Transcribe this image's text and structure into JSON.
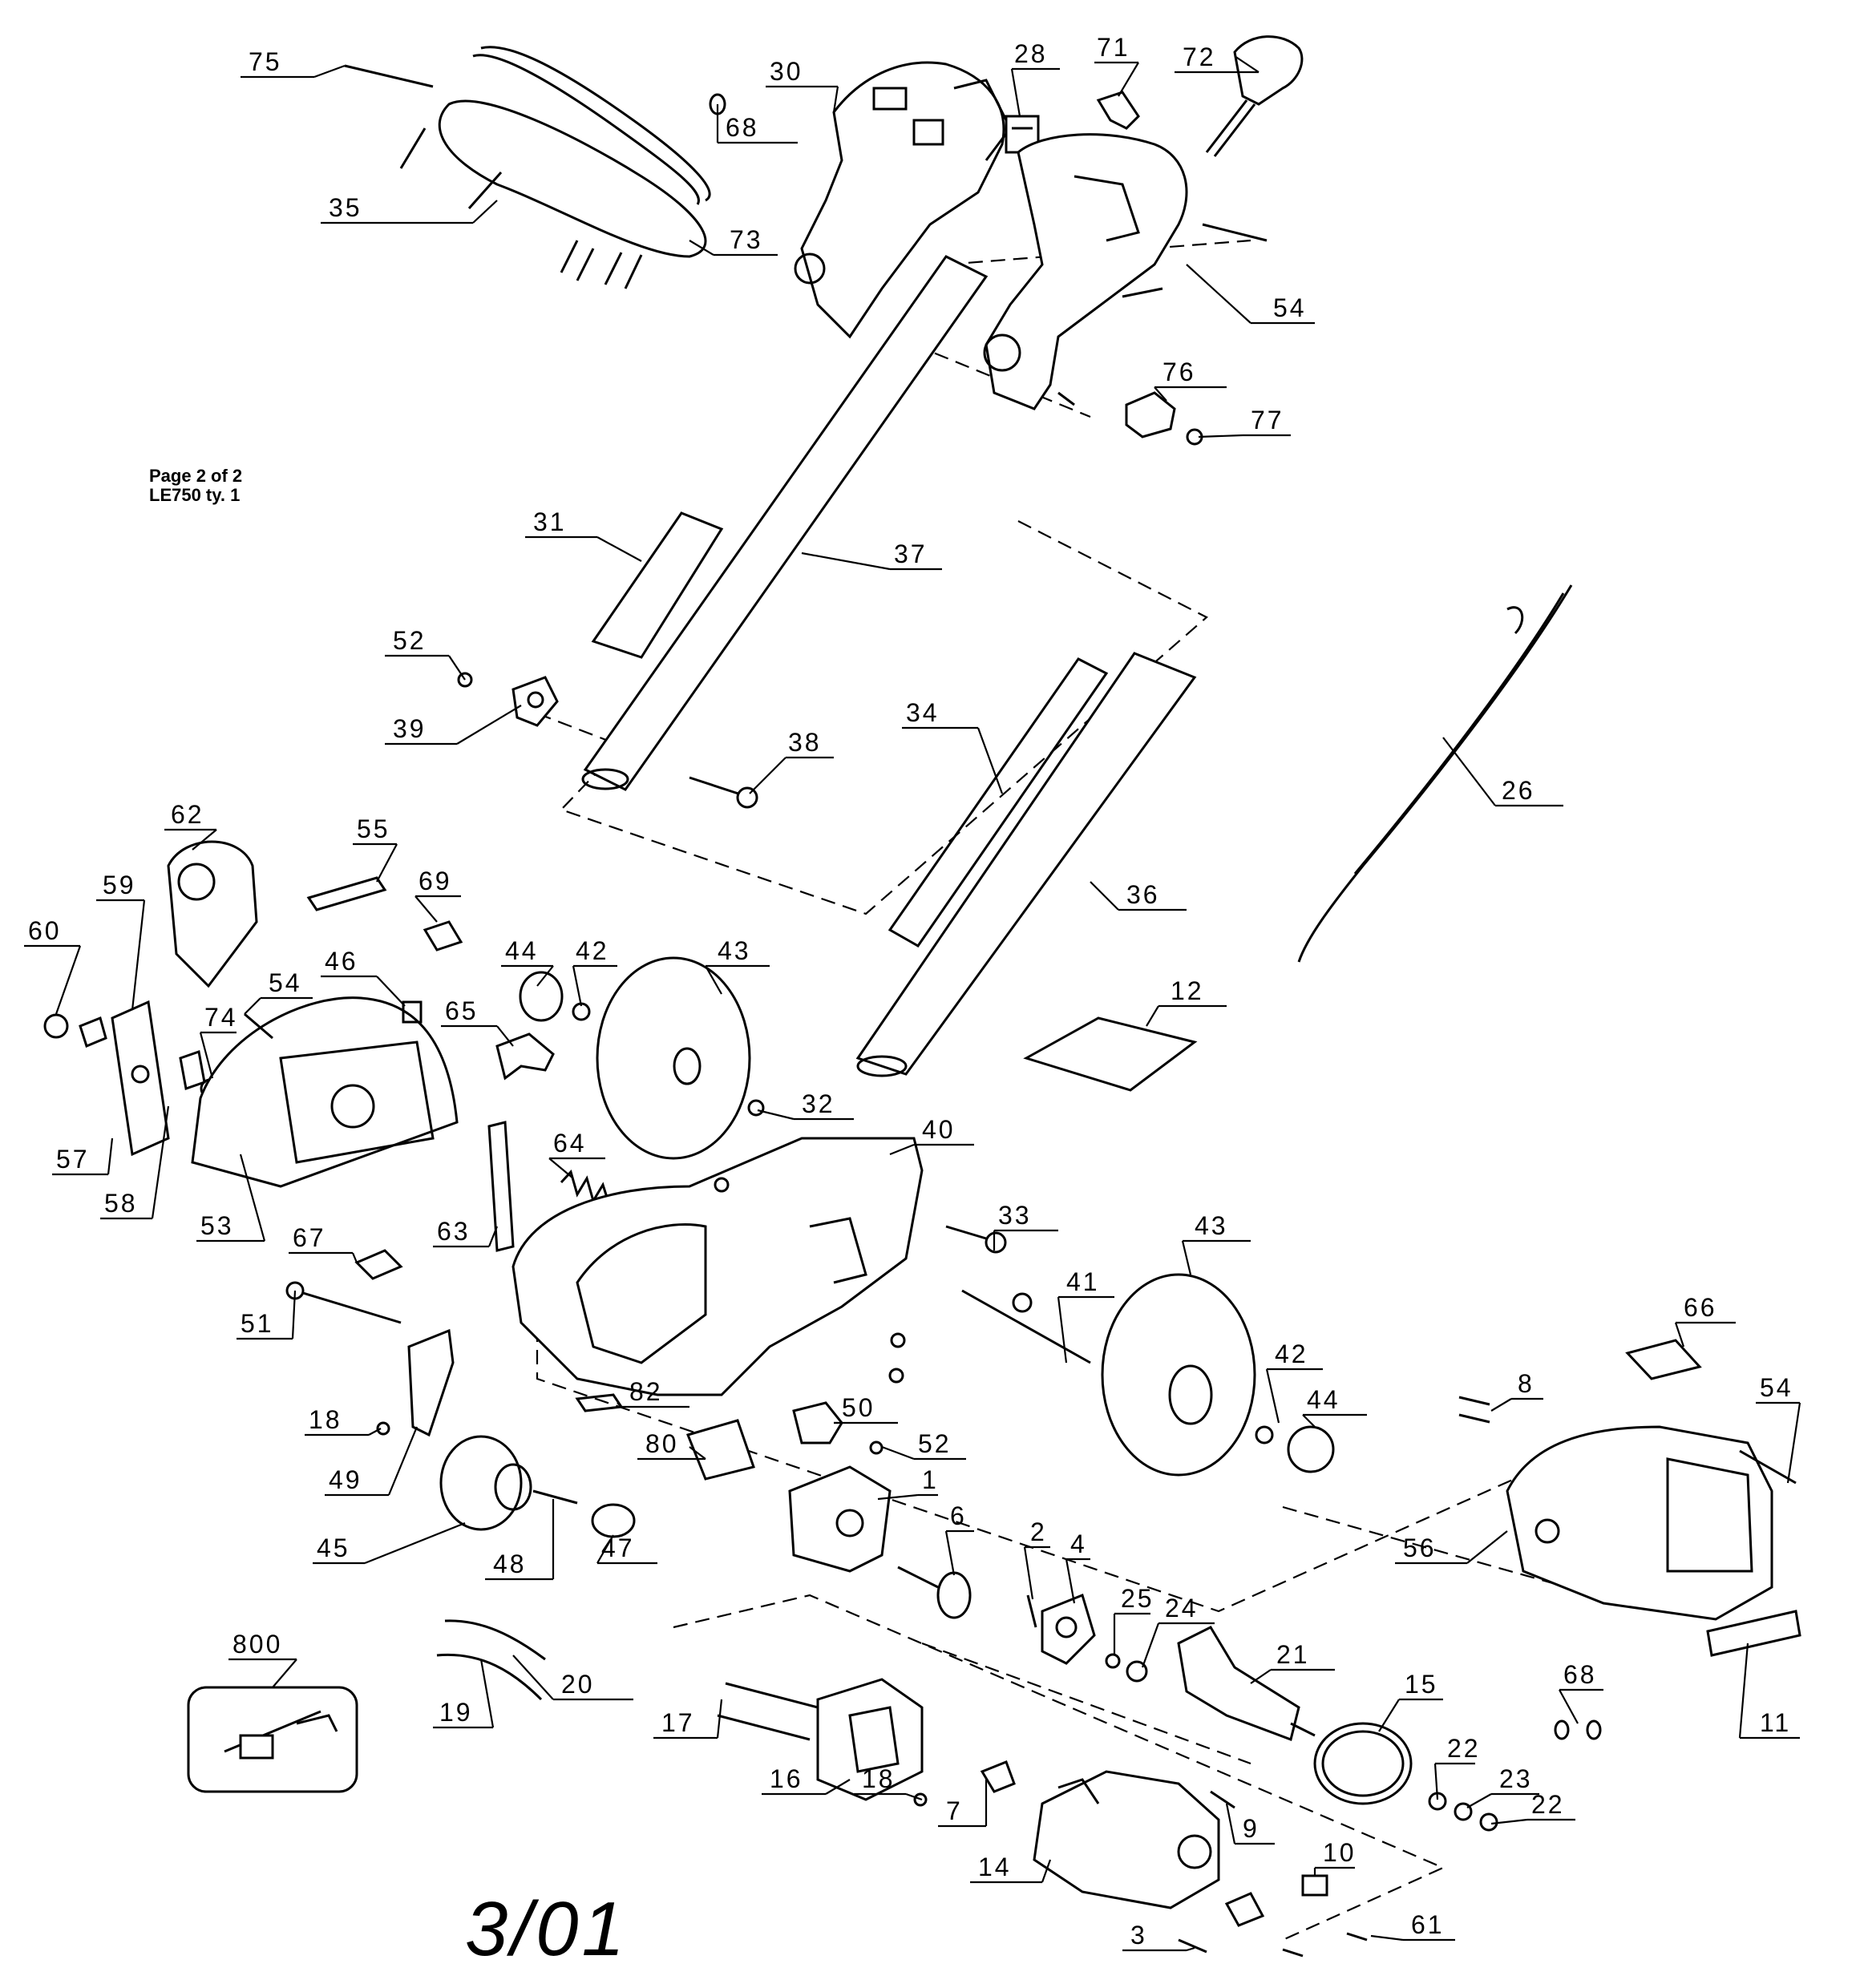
{
  "caption": {
    "line1": "Page 2 of 2",
    "line2": "LE750 ty. 1"
  },
  "date_stamp": "3/01",
  "part_numbers": [
    "75",
    "68",
    "30",
    "28",
    "71",
    "72",
    "35",
    "73",
    "54",
    "76",
    "77",
    "31",
    "37",
    "52",
    "39",
    "38",
    "34",
    "26",
    "62",
    "55",
    "69",
    "36",
    "59",
    "60",
    "46",
    "44",
    "42",
    "43",
    "12",
    "54",
    "74",
    "65",
    "57",
    "58",
    "32",
    "40",
    "64",
    "53",
    "63",
    "67",
    "33",
    "43",
    "41",
    "51",
    "66",
    "42",
    "44",
    "8",
    "54",
    "18",
    "82",
    "50",
    "80",
    "52",
    "49",
    "1",
    "6",
    "45",
    "48",
    "47",
    "56",
    "2",
    "4",
    "25",
    "24",
    "21",
    "15",
    "800",
    "20",
    "19",
    "17",
    "68",
    "11",
    "16",
    "18",
    "7",
    "22",
    "23",
    "22",
    "9",
    "10",
    "14",
    "3",
    "61"
  ]
}
